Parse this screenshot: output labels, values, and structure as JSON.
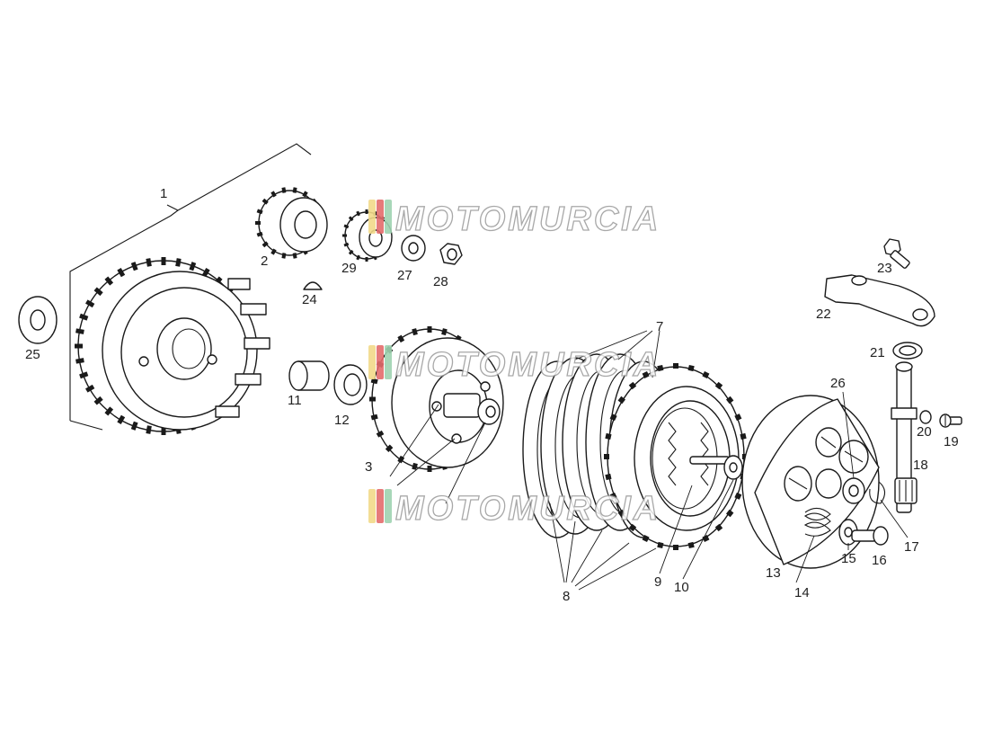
{
  "watermark": {
    "text": "MOTOMURCIA",
    "colors": [
      "#f2d98a",
      "#e36b6b",
      "#9fd3b0"
    ]
  },
  "labels": [
    {
      "id": "1",
      "text": "1"
    },
    {
      "id": "2",
      "text": "2"
    },
    {
      "id": "3",
      "text": "3"
    },
    {
      "id": "7",
      "text": "7"
    },
    {
      "id": "8",
      "text": "8"
    },
    {
      "id": "9",
      "text": "9"
    },
    {
      "id": "10",
      "text": "10"
    },
    {
      "id": "11",
      "text": "11"
    },
    {
      "id": "12",
      "text": "12"
    },
    {
      "id": "13",
      "text": "13"
    },
    {
      "id": "14",
      "text": "14"
    },
    {
      "id": "15",
      "text": "15"
    },
    {
      "id": "16",
      "text": "16"
    },
    {
      "id": "17",
      "text": "17"
    },
    {
      "id": "18",
      "text": "18"
    },
    {
      "id": "19",
      "text": "19"
    },
    {
      "id": "20",
      "text": "20"
    },
    {
      "id": "21",
      "text": "21"
    },
    {
      "id": "22",
      "text": "22"
    },
    {
      "id": "23",
      "text": "23"
    },
    {
      "id": "24",
      "text": "24"
    },
    {
      "id": "25",
      "text": "25"
    },
    {
      "id": "26",
      "text": "26"
    },
    {
      "id": "27",
      "text": "27"
    },
    {
      "id": "28",
      "text": "28"
    },
    {
      "id": "29",
      "text": "29"
    }
  ]
}
